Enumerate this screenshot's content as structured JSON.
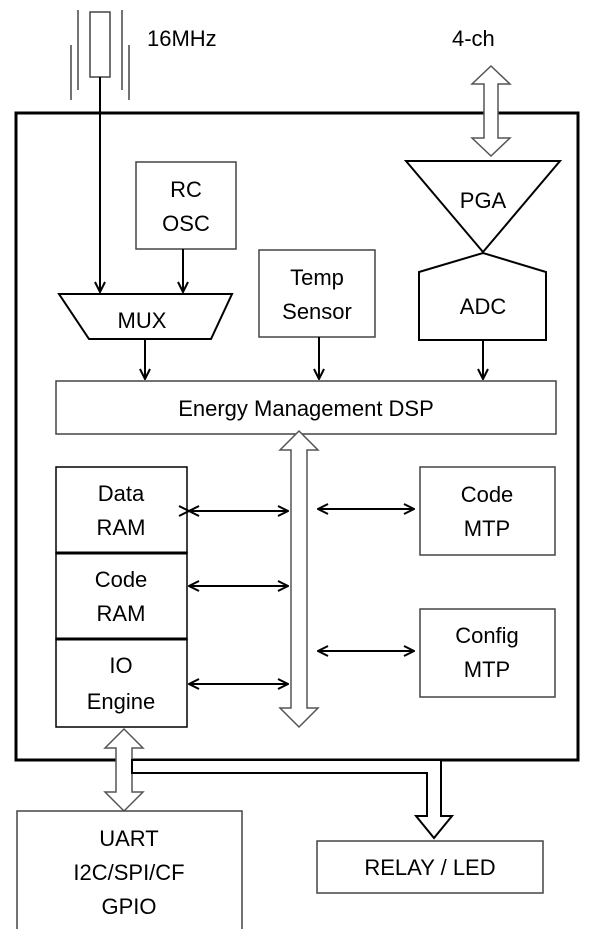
{
  "crystal": {
    "label": "16MHz"
  },
  "analog_input": {
    "label": "4-ch"
  },
  "blocks": {
    "rc_osc": {
      "line1": "RC",
      "line2": "OSC"
    },
    "mux": {
      "label": "MUX"
    },
    "temp_sensor": {
      "line1": "Temp",
      "line2": "Sensor"
    },
    "pga": {
      "label": "PGA"
    },
    "adc": {
      "label": "ADC"
    },
    "dsp": {
      "label": "Energy Management DSP"
    },
    "data_ram": {
      "line1": "Data",
      "line2": "RAM"
    },
    "code_ram": {
      "line1": "Code",
      "line2": "RAM"
    },
    "io_engine": {
      "line1": "IO",
      "line2": "Engine"
    },
    "code_mtp": {
      "line1": "Code",
      "line2": "MTP"
    },
    "config_mtp": {
      "line1": "Config",
      "line2": "MTP"
    }
  },
  "external": {
    "interfaces": {
      "line1": "UART",
      "line2": "I2C/SPI/CF",
      "line3": "GPIO"
    },
    "relay_led": {
      "label": "RELAY / LED"
    }
  }
}
